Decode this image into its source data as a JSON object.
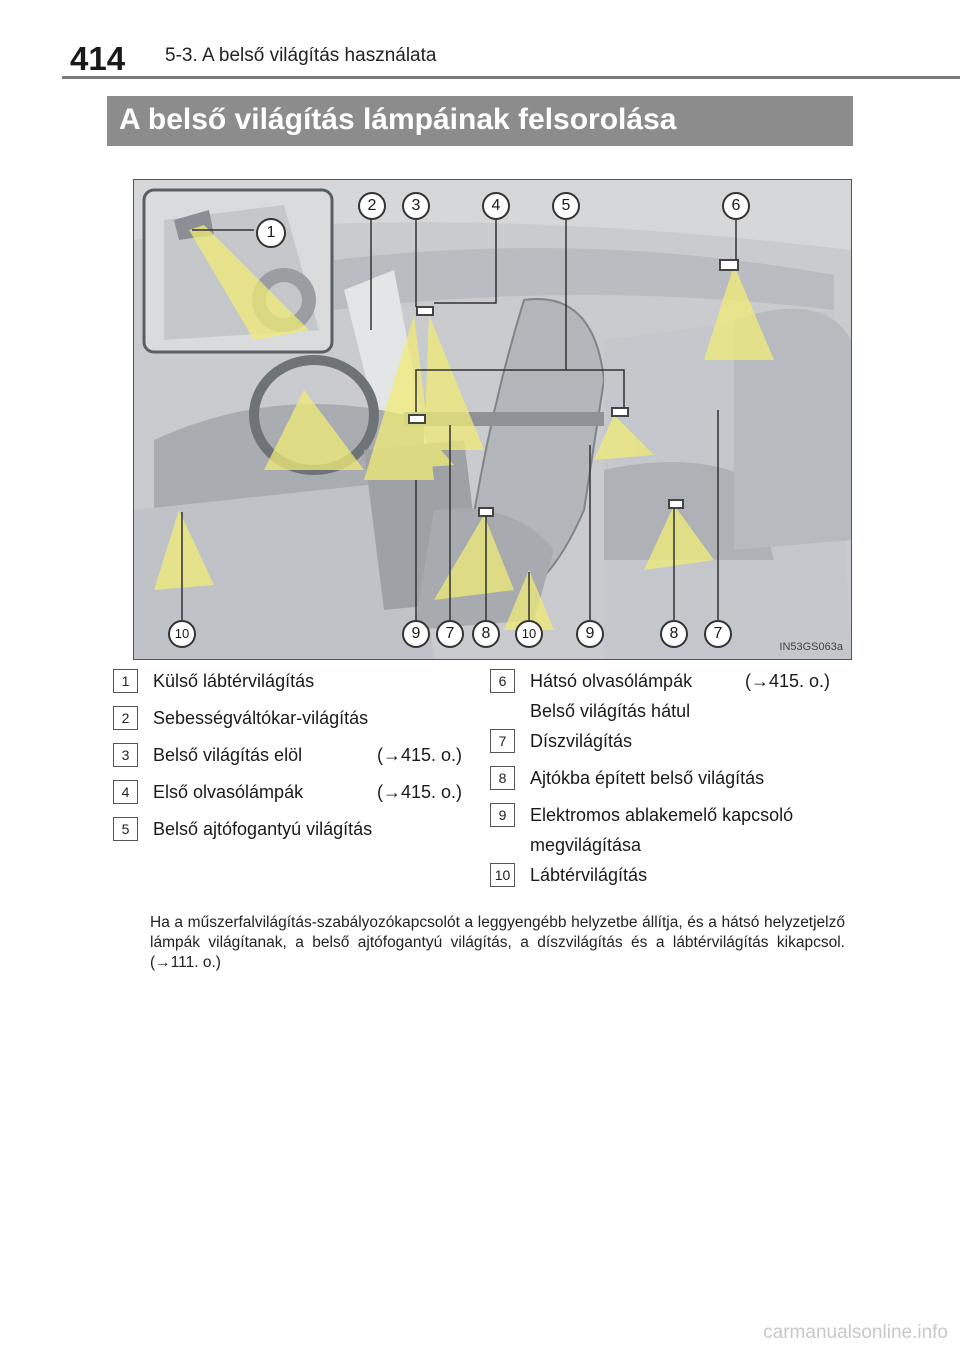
{
  "header": {
    "page_number": "414",
    "running_title": "5-3. A belső világítás használata"
  },
  "section": {
    "title": "A belső világítás lámpáinak felsorolása"
  },
  "figure": {
    "code": "IN53GS063a",
    "callouts_top": [
      "2",
      "3",
      "4",
      "5",
      "6"
    ],
    "callout_inset": "1",
    "callouts_bottom": [
      "10",
      "9",
      "7",
      "8",
      "10",
      "9",
      "8",
      "7"
    ]
  },
  "legend_left": [
    {
      "num": "1",
      "text": "Külső lábtérvilágítás",
      "ref": ""
    },
    {
      "num": "2",
      "text": "Sebességváltókar-világítás",
      "ref": ""
    },
    {
      "num": "3",
      "text": "Belső világítás elöl",
      "ref": "(→415. o.)"
    },
    {
      "num": "4",
      "text": "Első olvasólámpák",
      "ref": "(→415. o.)"
    },
    {
      "num": "5",
      "text": "Belső ajtófogantyú világítás",
      "ref": ""
    }
  ],
  "legend_right": [
    {
      "num": "6",
      "text": "Hátsó olvasólámpák",
      "ref": "(→415. o.)",
      "line2": "Belső világítás hátul"
    },
    {
      "num": "7",
      "text": "Díszvilágítás",
      "ref": ""
    },
    {
      "num": "8",
      "text": "Ajtókba épített belső világítás",
      "ref": ""
    },
    {
      "num": "9",
      "text": "Elektromos ablakemelő kapcsoló",
      "ref": "",
      "line2": "megvilágítása"
    },
    {
      "num": "10",
      "text": "Lábtérvilágítás",
      "ref": ""
    }
  ],
  "note": "Ha a műszerfalvilágítás-szabályozókapcsolót a leggyengébb helyzetbe állítja, és a hátsó helyzetjelző lámpák világítanak, a belső ajtófogantyú világítás, a díszvilágítás és a lábtérvilágítás kikapcsol. (→111. o.)",
  "watermark": "carmanualsonline.info"
}
